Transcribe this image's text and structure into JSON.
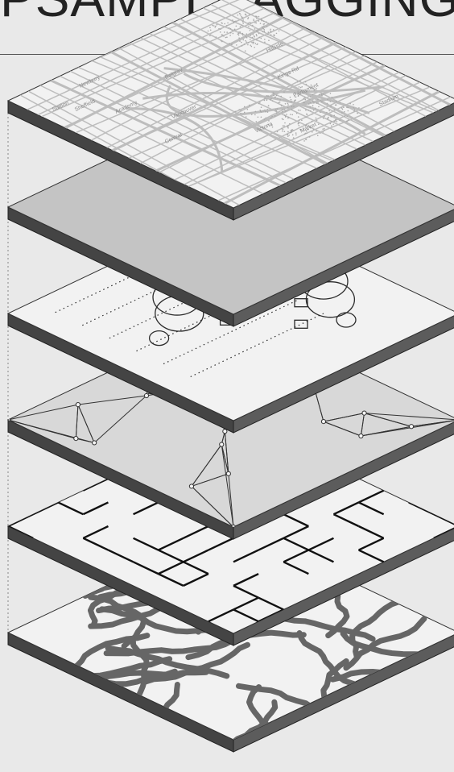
{
  "header": {
    "title": "PSAMPLEAGGING"
  },
  "map_labels": [
    "Belgrav",
    "Parliament",
    "Sheffield",
    "Vancouver",
    "Newbury",
    "Academy",
    "Stadium",
    "Station",
    "Victoria",
    "Kings Rd",
    "Market",
    "Hillside",
    "Central"
  ],
  "colors": {
    "background": "#e9e9e9",
    "top_face": "#f2f2f2",
    "shaded_face": "#c4c4c4",
    "side_left": "#444444",
    "side_right": "#5c5c5c",
    "ink": "#2b2b2b",
    "map_lines": "#bdbdbd",
    "pattern": "#666666"
  },
  "layers": [
    {
      "name": "street-map",
      "icon": "map-icon"
    },
    {
      "name": "solid-grey",
      "icon": "square-icon"
    },
    {
      "name": "cut-sheet",
      "icon": "component-outline-icon"
    },
    {
      "name": "triangulated-mesh",
      "icon": "mesh-icon"
    },
    {
      "name": "maze",
      "icon": "maze-icon"
    },
    {
      "name": "turing-pattern",
      "icon": "stripes-icon"
    }
  ]
}
